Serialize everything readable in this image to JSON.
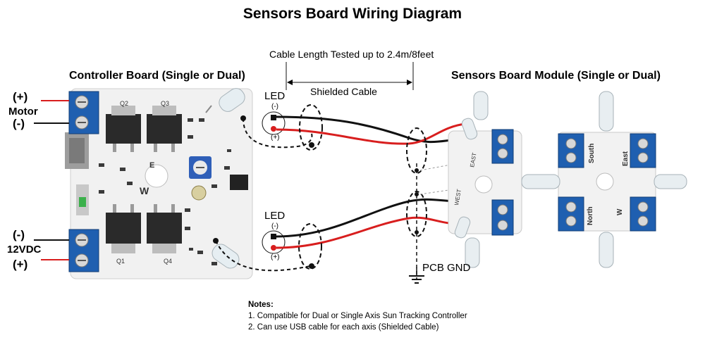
{
  "title": "Sensors Board Wiring Diagram",
  "controller": {
    "title": "Controller Board (Single or Dual)",
    "motor_plus": "(+)",
    "motor_label": "Motor",
    "motor_minus": "(-)",
    "power_minus": "(-)",
    "power_label": "12VDC",
    "power_plus": "(+)"
  },
  "cable": {
    "length_label": "Cable Length Tested up to 2.4m/8feet",
    "shielded_label": "Shielded Cable"
  },
  "leds": [
    {
      "label": "LED",
      "minus": "(-)",
      "plus": "(+)"
    },
    {
      "label": "LED",
      "minus": "(-)",
      "plus": "(+)"
    }
  ],
  "gnd_label": "PCB GND",
  "sensors": {
    "title": "Sensors Board Module (Single or Dual)"
  },
  "notes": {
    "title": "Notes:",
    "items": [
      "1. Compatible for Dual or Single Axis Sun Tracking Controller",
      "2. Can use USB cable for each axis (Shielded Cable)"
    ]
  },
  "colors": {
    "wire_red": "#d81e1e",
    "wire_black": "#111111",
    "terminal_blue": "#1f5fb0",
    "pcb_white": "#f2f2f2"
  }
}
